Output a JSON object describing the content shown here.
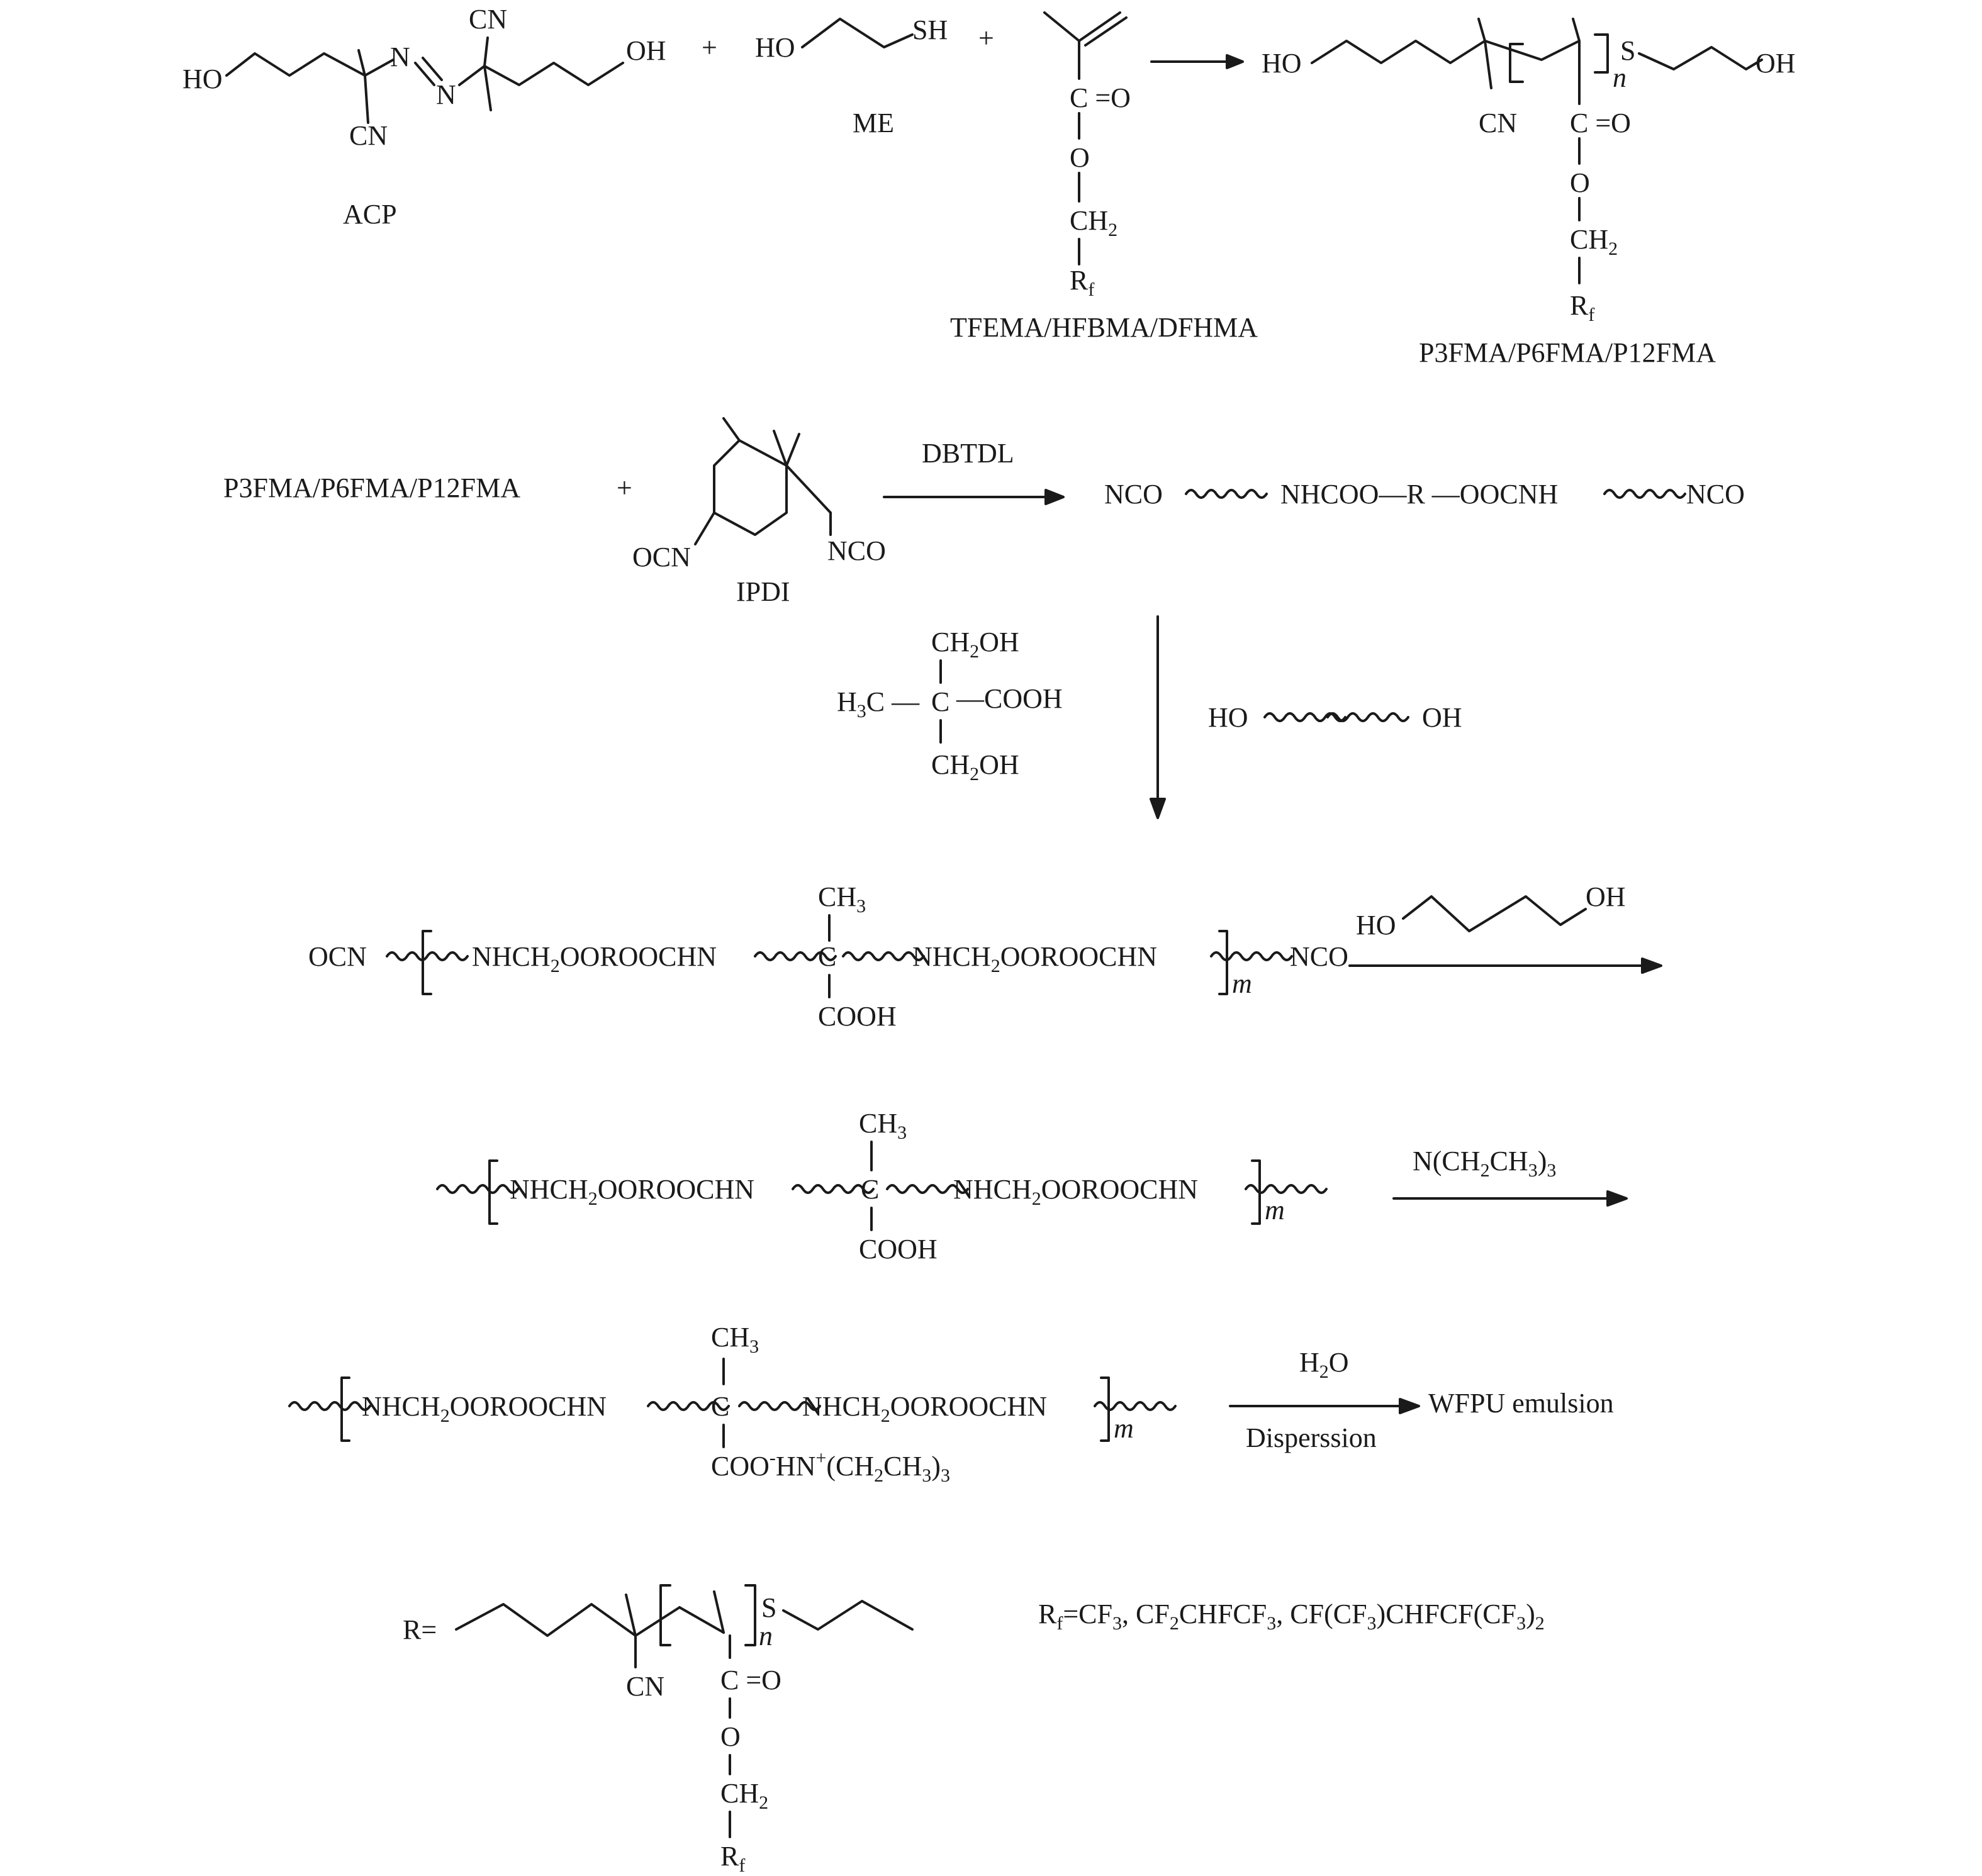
{
  "step1": {
    "acp": {
      "ho": "HO",
      "oh": "OH",
      "cn_top": "CN",
      "cn_bottom": "CN",
      "n1": "N",
      "n2": "N",
      "label": "ACP"
    },
    "plus1": "+",
    "me": {
      "ho": "HO",
      "sh": "SH",
      "label": "ME"
    },
    "plus2": "+",
    "monomer": {
      "c_eq_o": "C =O",
      "o": "O",
      "ch2": "CH",
      "ch2_sub": "2",
      "rf": "R",
      "rf_sub": "f",
      "label": "TFEMA/HFBMA/DFHMA"
    },
    "product": {
      "ho": "HO",
      "oh": "OH",
      "s": "S",
      "n": "n",
      "cn": "CN",
      "c_eq_o": "C =O",
      "o": "O",
      "ch2": "CH",
      "ch2_sub": "2",
      "rf": "R",
      "rf_sub": "f",
      "label": "P3FMA/P6FMA/P12FMA"
    }
  },
  "step2": {
    "reactant": "P3FMA/P6FMA/P12FMA",
    "plus": "+",
    "ipdi": {
      "ocn": "OCN",
      "nco": "NCO",
      "label": "IPDI"
    },
    "catalyst": "DBTDL",
    "product": {
      "nco_left": "NCO",
      "middle": "NHCOO—R —OOCNH",
      "nco_right": "NCO"
    }
  },
  "step3": {
    "dmpa": {
      "ch2oh_top": "CH",
      "ch2oh_top_sub": "2",
      "ch2oh_top_tail": "OH",
      "h3c": "H",
      "h3c_sub": "3",
      "h3c_tail": "C —",
      "c": "C",
      "cooh": "—COOH",
      "ch2oh_bottom": "CH",
      "ch2oh_bottom_sub": "2",
      "ch2oh_bottom_tail": "OH"
    },
    "diol": {
      "ho": "HO",
      "oh": "OH"
    }
  },
  "step4": {
    "ocn": "OCN",
    "unit_a": "NHCH",
    "unit_a_sub": "2",
    "unit_a_tail": "OOROOCHN",
    "ch3": "CH",
    "ch3_sub": "3",
    "c": "C",
    "cooh": "COOH",
    "unit_b": "NHCH",
    "unit_b_sub": "2",
    "unit_b_tail": "OOROOCHN",
    "m": "m",
    "nco": "NCO",
    "bdo": {
      "ho": "HO",
      "oh": "OH"
    }
  },
  "step5": {
    "unit_a": "NHCH",
    "unit_a_sub": "2",
    "unit_a_tail": "OOROOCHN",
    "ch3": "CH",
    "ch3_sub": "3",
    "c": "C",
    "cooh": "COOH",
    "unit_b": "NHCH",
    "unit_b_sub": "2",
    "unit_b_tail": "OOROOCHN",
    "m": "m",
    "reagent": "N(CH",
    "reagent_sub1": "2",
    "reagent_mid": "CH",
    "reagent_sub2": "3",
    "reagent_tail": ")",
    "reagent_sub3": "3"
  },
  "step6": {
    "unit_a": "NHCH",
    "unit_a_sub": "2",
    "unit_a_tail": "OOROOCHN",
    "ch3": "CH",
    "ch3_sub": "3",
    "c": "C",
    "salt": "COO",
    "salt_sup1": "-",
    "salt_mid": "HN",
    "salt_sup2": "+",
    "salt_tail": "(CH",
    "salt_sub1": "2",
    "salt_tail2": "CH",
    "salt_sub2": "3",
    "salt_tail3": ")",
    "salt_sub3": "3",
    "unit_b": "NHCH",
    "unit_b_sub": "2",
    "unit_b_tail": "OOROOCHN",
    "m": "m",
    "water": "H",
    "water_sub": "2",
    "water_tail": "O",
    "dispersion": "Disperssion",
    "result": "WFPU emulsion"
  },
  "definitions": {
    "r_label": "R=",
    "s": "S",
    "n": "n",
    "cn": "CN",
    "c_eq_o": "C =O",
    "o": "O",
    "ch2": "CH",
    "ch2_sub": "2",
    "rf": "R",
    "rf_sub": "f",
    "rf_def": "R",
    "rf_def_sub": "f",
    "rf_def_p1": "=CF",
    "rf_def_s1": "3",
    "rf_def_p2": ", CF",
    "rf_def_s2": "2",
    "rf_def_p3": "CHFCF",
    "rf_def_s3": "3",
    "rf_def_p4": ", CF(CF",
    "rf_def_s4": "3",
    "rf_def_p5": ")CHFCF(CF",
    "rf_def_s5": "3",
    "rf_def_p6": ")",
    "rf_def_s6": "2"
  }
}
